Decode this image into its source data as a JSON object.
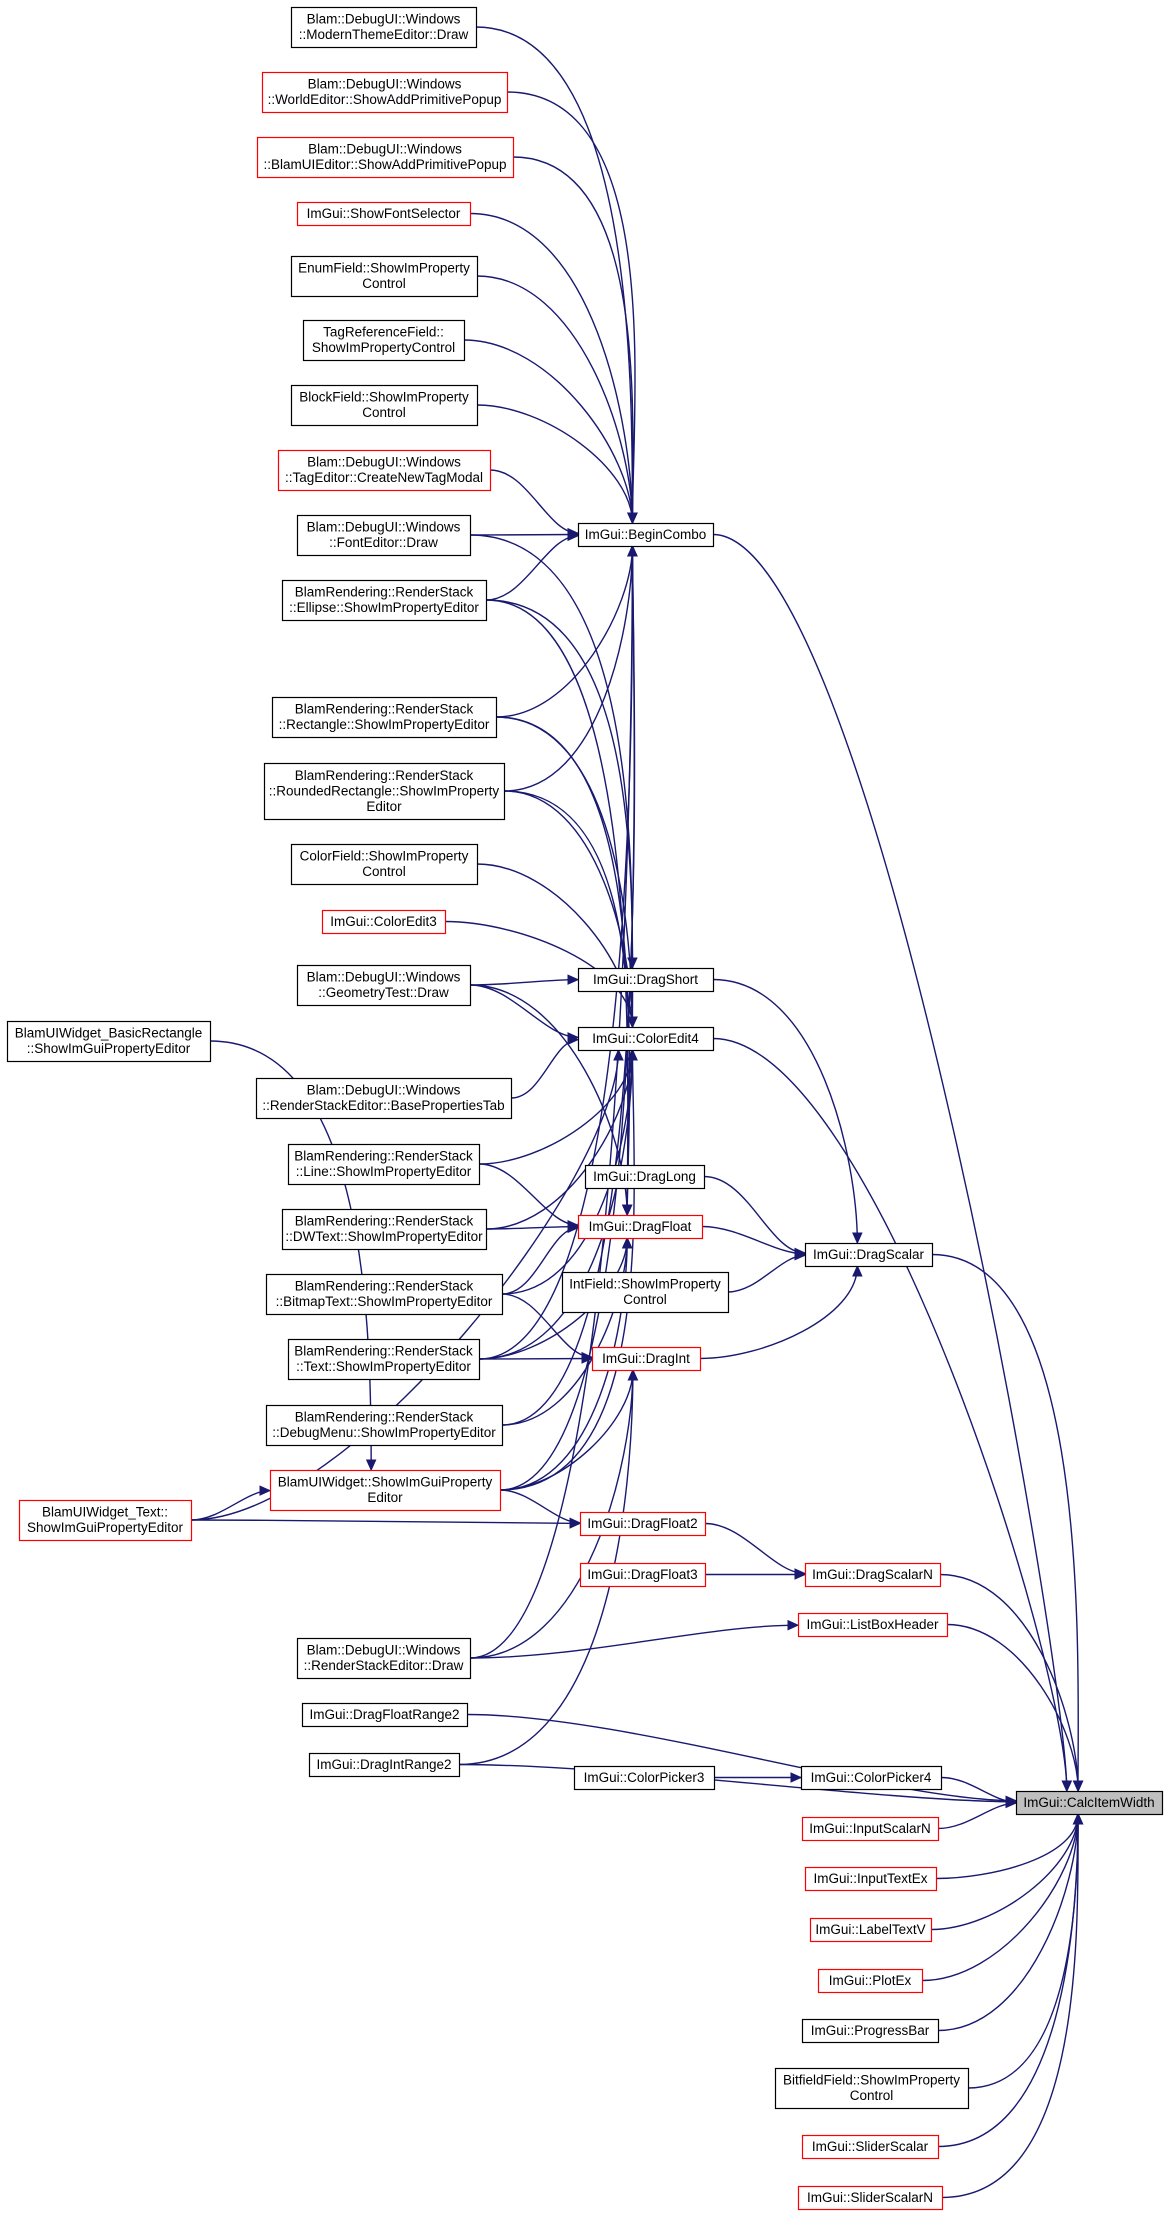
{
  "graph": {
    "colors": {
      "edge": "#191970",
      "node_border_normal": "#000000",
      "node_border_truncated": "#ff0000",
      "target_fill": "#bfbfbf",
      "node_fill": "#ffffff"
    },
    "nodes": [
      {
        "id": "modern_theme",
        "lines": [
          "Blam::DebugUI::Windows",
          "::ModernThemeEditor::Draw"
        ],
        "style": "normal"
      },
      {
        "id": "world_editor",
        "lines": [
          "Blam::DebugUI::Windows",
          "::WorldEditor::ShowAddPrimitivePopup"
        ],
        "style": "truncated"
      },
      {
        "id": "blamui_editor",
        "lines": [
          "Blam::DebugUI::Windows",
          "::BlamUIEditor::ShowAddPrimitivePopup"
        ],
        "style": "truncated"
      },
      {
        "id": "show_font_selector",
        "lines": [
          "ImGui::ShowFontSelector"
        ],
        "style": "truncated"
      },
      {
        "id": "enum_field",
        "lines": [
          "EnumField::ShowImProperty",
          "Control"
        ],
        "style": "normal"
      },
      {
        "id": "tagref_field",
        "lines": [
          "TagReferenceField::",
          "ShowImPropertyControl"
        ],
        "style": "normal"
      },
      {
        "id": "block_field",
        "lines": [
          "BlockField::ShowImProperty",
          "Control"
        ],
        "style": "normal"
      },
      {
        "id": "tag_editor",
        "lines": [
          "Blam::DebugUI::Windows",
          "::TagEditor::CreateNewTagModal"
        ],
        "style": "truncated"
      },
      {
        "id": "font_editor",
        "lines": [
          "Blam::DebugUI::Windows",
          "::FontEditor::Draw"
        ],
        "style": "normal"
      },
      {
        "id": "begin_combo",
        "lines": [
          "ImGui::BeginCombo"
        ],
        "style": "normal"
      },
      {
        "id": "rs_ellipse",
        "lines": [
          "BlamRendering::RenderStack",
          "::Ellipse::ShowImPropertyEditor"
        ],
        "style": "normal"
      },
      {
        "id": "rs_rectangle",
        "lines": [
          "BlamRendering::RenderStack",
          "::Rectangle::ShowImPropertyEditor"
        ],
        "style": "normal"
      },
      {
        "id": "rs_rounded",
        "lines": [
          "BlamRendering::RenderStack",
          "::RoundedRectangle::ShowImProperty",
          "Editor"
        ],
        "style": "normal"
      },
      {
        "id": "color_field",
        "lines": [
          "ColorField::ShowImProperty",
          "Control"
        ],
        "style": "normal"
      },
      {
        "id": "color_edit3",
        "lines": [
          "ImGui::ColorEdit3"
        ],
        "style": "truncated"
      },
      {
        "id": "geometry_test",
        "lines": [
          "Blam::DebugUI::Windows",
          "::GeometryTest::Draw"
        ],
        "style": "normal"
      },
      {
        "id": "drag_short",
        "lines": [
          "ImGui::DragShort"
        ],
        "style": "normal"
      },
      {
        "id": "basic_rect_widget",
        "lines": [
          "BlamUIWidget_BasicRectangle",
          "::ShowImGuiPropertyEditor"
        ],
        "style": "normal"
      },
      {
        "id": "color_edit4",
        "lines": [
          "ImGui::ColorEdit4"
        ],
        "style": "normal"
      },
      {
        "id": "rs_editor_base",
        "lines": [
          "Blam::DebugUI::Windows",
          "::RenderStackEditor::BasePropertiesTab"
        ],
        "style": "normal"
      },
      {
        "id": "rs_line",
        "lines": [
          "BlamRendering::RenderStack",
          "::Line::ShowImPropertyEditor"
        ],
        "style": "normal"
      },
      {
        "id": "drag_long",
        "lines": [
          "ImGui::DragLong"
        ],
        "style": "normal"
      },
      {
        "id": "rs_dwtext",
        "lines": [
          "BlamRendering::RenderStack",
          "::DWText::ShowImPropertyEditor"
        ],
        "style": "normal"
      },
      {
        "id": "drag_float",
        "lines": [
          "ImGui::DragFloat"
        ],
        "style": "truncated"
      },
      {
        "id": "drag_scalar",
        "lines": [
          "ImGui::DragScalar"
        ],
        "style": "normal"
      },
      {
        "id": "rs_bitmaptext",
        "lines": [
          "BlamRendering::RenderStack",
          "::BitmapText::ShowImPropertyEditor"
        ],
        "style": "normal"
      },
      {
        "id": "int_field",
        "lines": [
          "IntField::ShowImProperty",
          "Control"
        ],
        "style": "normal"
      },
      {
        "id": "rs_text",
        "lines": [
          "BlamRendering::RenderStack",
          "::Text::ShowImPropertyEditor"
        ],
        "style": "normal"
      },
      {
        "id": "drag_int",
        "lines": [
          "ImGui::DragInt"
        ],
        "style": "truncated"
      },
      {
        "id": "rs_debugmenu",
        "lines": [
          "BlamRendering::RenderStack",
          "::DebugMenu::ShowImPropertyEditor"
        ],
        "style": "normal"
      },
      {
        "id": "ui_widget",
        "lines": [
          "BlamUIWidget::ShowImGuiProperty",
          "Editor"
        ],
        "style": "truncated"
      },
      {
        "id": "ui_widget_text",
        "lines": [
          "BlamUIWidget_Text::",
          "ShowImGuiPropertyEditor"
        ],
        "style": "truncated"
      },
      {
        "id": "drag_float2",
        "lines": [
          "ImGui::DragFloat2"
        ],
        "style": "truncated"
      },
      {
        "id": "drag_float3",
        "lines": [
          "ImGui::DragFloat3"
        ],
        "style": "truncated"
      },
      {
        "id": "drag_scalar_n",
        "lines": [
          "ImGui::DragScalarN"
        ],
        "style": "truncated"
      },
      {
        "id": "list_box_header",
        "lines": [
          "ImGui::ListBoxHeader"
        ],
        "style": "truncated"
      },
      {
        "id": "rs_editor_draw",
        "lines": [
          "Blam::DebugUI::Windows",
          "::RenderStackEditor::Draw"
        ],
        "style": "normal"
      },
      {
        "id": "drag_float_range2",
        "lines": [
          "ImGui::DragFloatRange2"
        ],
        "style": "normal"
      },
      {
        "id": "drag_int_range2",
        "lines": [
          "ImGui::DragIntRange2"
        ],
        "style": "normal"
      },
      {
        "id": "color_picker3",
        "lines": [
          "ImGui::ColorPicker3"
        ],
        "style": "normal"
      },
      {
        "id": "color_picker4",
        "lines": [
          "ImGui::ColorPicker4"
        ],
        "style": "normal"
      },
      {
        "id": "calc_item_width",
        "lines": [
          "ImGui::CalcItemWidth"
        ],
        "style": "target"
      },
      {
        "id": "input_scalar_n",
        "lines": [
          "ImGui::InputScalarN"
        ],
        "style": "truncated"
      },
      {
        "id": "input_text_ex",
        "lines": [
          "ImGui::InputTextEx"
        ],
        "style": "truncated"
      },
      {
        "id": "label_text_v",
        "lines": [
          "ImGui::LabelTextV"
        ],
        "style": "truncated"
      },
      {
        "id": "plot_ex",
        "lines": [
          "ImGui::PlotEx"
        ],
        "style": "truncated"
      },
      {
        "id": "progress_bar",
        "lines": [
          "ImGui::ProgressBar"
        ],
        "style": "normal"
      },
      {
        "id": "bitfield_field",
        "lines": [
          "BitfieldField::ShowImProperty",
          "Control"
        ],
        "style": "normal"
      },
      {
        "id": "slider_scalar",
        "lines": [
          "ImGui::SliderScalar"
        ],
        "style": "truncated"
      },
      {
        "id": "slider_scalar_n",
        "lines": [
          "ImGui::SliderScalarN"
        ],
        "style": "truncated"
      }
    ],
    "edges": [
      [
        "modern_theme",
        "begin_combo"
      ],
      [
        "world_editor",
        "begin_combo"
      ],
      [
        "blamui_editor",
        "begin_combo"
      ],
      [
        "show_font_selector",
        "begin_combo"
      ],
      [
        "enum_field",
        "begin_combo"
      ],
      [
        "tagref_field",
        "begin_combo"
      ],
      [
        "block_field",
        "begin_combo"
      ],
      [
        "tag_editor",
        "begin_combo"
      ],
      [
        "font_editor",
        "begin_combo"
      ],
      [
        "rs_ellipse",
        "begin_combo"
      ],
      [
        "rs_rectangle",
        "begin_combo"
      ],
      [
        "rs_rounded",
        "begin_combo"
      ],
      [
        "rs_text",
        "begin_combo"
      ],
      [
        "rs_debugmenu",
        "begin_combo"
      ],
      [
        "ui_widget",
        "begin_combo"
      ],
      [
        "rs_editor_draw",
        "begin_combo"
      ],
      [
        "begin_combo",
        "calc_item_width"
      ],
      [
        "font_editor",
        "drag_short"
      ],
      [
        "geometry_test",
        "drag_short"
      ],
      [
        "drag_short",
        "drag_scalar"
      ],
      [
        "color_field",
        "color_edit4"
      ],
      [
        "color_edit3",
        "color_edit4"
      ],
      [
        "geometry_test",
        "color_edit4"
      ],
      [
        "rs_editor_base",
        "color_edit4"
      ],
      [
        "rs_line",
        "color_edit4"
      ],
      [
        "rs_dwtext",
        "color_edit4"
      ],
      [
        "rs_bitmaptext",
        "color_edit4"
      ],
      [
        "rs_text",
        "color_edit4"
      ],
      [
        "ui_widget",
        "color_edit4"
      ],
      [
        "rs_ellipse",
        "color_edit4"
      ],
      [
        "rs_rectangle",
        "color_edit4"
      ],
      [
        "rs_rounded",
        "color_edit4"
      ],
      [
        "ui_widget_text",
        "color_edit4"
      ],
      [
        "color_edit4",
        "calc_item_width"
      ],
      [
        "rs_ellipse",
        "drag_float"
      ],
      [
        "rs_rectangle",
        "drag_float"
      ],
      [
        "rs_rounded",
        "drag_float"
      ],
      [
        "geometry_test",
        "drag_float"
      ],
      [
        "rs_line",
        "drag_float"
      ],
      [
        "rs_dwtext",
        "drag_float"
      ],
      [
        "rs_bitmaptext",
        "drag_float"
      ],
      [
        "rs_text",
        "drag_float"
      ],
      [
        "rs_debugmenu",
        "drag_float"
      ],
      [
        "ui_widget",
        "drag_float"
      ],
      [
        "drag_float",
        "drag_scalar"
      ],
      [
        "drag_long",
        "drag_scalar"
      ],
      [
        "int_field",
        "drag_scalar"
      ],
      [
        "rs_bitmaptext",
        "drag_int"
      ],
      [
        "rs_text",
        "drag_int"
      ],
      [
        "ui_widget",
        "drag_int"
      ],
      [
        "rs_editor_draw",
        "drag_int"
      ],
      [
        "drag_int_range2",
        "drag_int"
      ],
      [
        "drag_int",
        "drag_scalar"
      ],
      [
        "drag_scalar",
        "calc_item_width"
      ],
      [
        "basic_rect_widget",
        "ui_widget"
      ],
      [
        "ui_widget_text",
        "ui_widget"
      ],
      [
        "ui_widget",
        "drag_float2"
      ],
      [
        "ui_widget_text",
        "drag_float2"
      ],
      [
        "drag_float2",
        "drag_scalar_n"
      ],
      [
        "drag_float3",
        "drag_scalar_n"
      ],
      [
        "drag_scalar_n",
        "calc_item_width"
      ],
      [
        "rs_editor_draw",
        "list_box_header"
      ],
      [
        "list_box_header",
        "calc_item_width"
      ],
      [
        "drag_float_range2",
        "calc_item_width"
      ],
      [
        "drag_int_range2",
        "calc_item_width"
      ],
      [
        "color_picker3",
        "color_picker4"
      ],
      [
        "color_picker4",
        "calc_item_width"
      ],
      [
        "input_scalar_n",
        "calc_item_width"
      ],
      [
        "input_text_ex",
        "calc_item_width"
      ],
      [
        "label_text_v",
        "calc_item_width"
      ],
      [
        "plot_ex",
        "calc_item_width"
      ],
      [
        "progress_bar",
        "calc_item_width"
      ],
      [
        "bitfield_field",
        "calc_item_width"
      ],
      [
        "slider_scalar",
        "calc_item_width"
      ],
      [
        "slider_scalar_n",
        "calc_item_width"
      ]
    ]
  }
}
